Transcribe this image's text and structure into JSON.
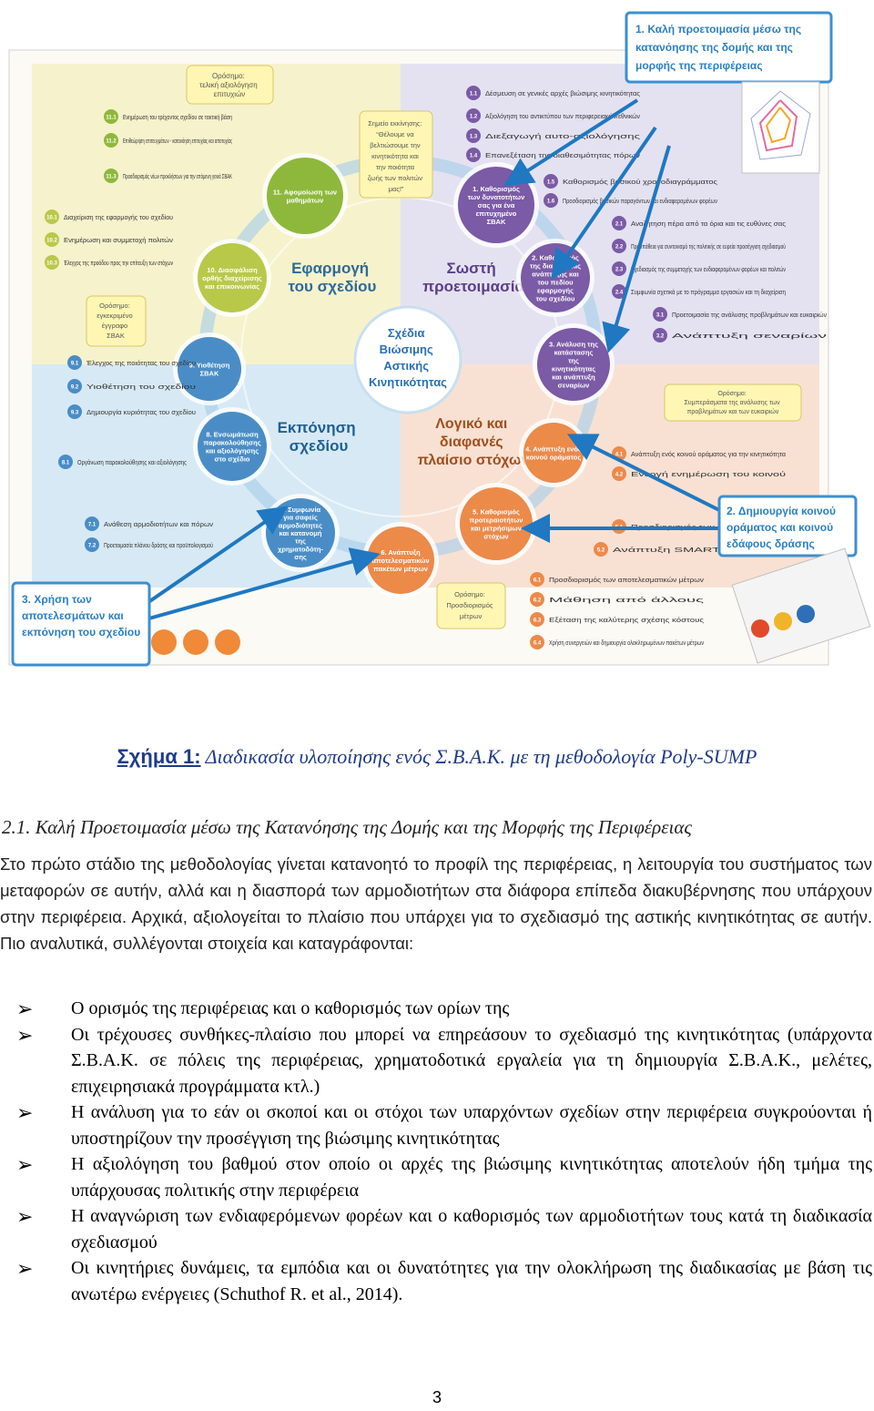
{
  "figure": {
    "center_label": [
      "Σχέδια",
      "Βιώσιμης",
      "Αστικής",
      "Κινητικότητας"
    ],
    "quadrant_titles": {
      "prep": [
        "Σωστή",
        "προετοιμασία"
      ],
      "goals": [
        "Λογικό και",
        "διαφανές",
        "πλαίσιο στόχων"
      ],
      "plan": [
        "Εκπόνηση",
        "σχεδίου"
      ],
      "impl": [
        "Εφαρμογή",
        "του σχεδίου"
      ]
    },
    "callouts": {
      "c1": [
        "1. Καλή προετοιμασία μέσω της",
        "κατανόησης της δομής και της",
        "μορφής της περιφέρειας"
      ],
      "c2": [
        "2. Δημιουργία κοινού",
        "οράματος και κοινού",
        "εδάφους δράσης"
      ],
      "c3": [
        "3. Χρήση των",
        "αποτελεσμάτων και",
        "εκπόνηση του σχεδίου"
      ]
    },
    "milestones": {
      "m1": [
        "Ορόσημο:",
        "τελική αξιολόγηση",
        "επιτυχιών"
      ],
      "m2": [
        "Σημείο εκκίνησης:",
        "“Θέλουμε να",
        "βελτιώσουμε την",
        "κινητικότητα και",
        "την ποιότητα",
        "ζωής των πολιτών",
        "μας!”"
      ],
      "m3": [
        "Ορόσημο:",
        "εγκεκριμένο",
        "έγγραφο",
        "ΣΒΑΚ"
      ],
      "m4": [
        "Ορόσημο:",
        "Συμπεράσματα της ανάλυσης των",
        "προβλημάτων και των ευκαιριών"
      ],
      "m5": [
        "Ορόσημο:",
        "Προσδιορισμός",
        "μέτρων"
      ]
    },
    "stages": [
      {
        "label": [
          "1. Καθορισμός",
          "των δυνατοτήτων",
          "σας για ένα",
          "επιτυχημένο",
          "ΣΒΑΚ"
        ]
      },
      {
        "label": [
          "2. Καθορισμός",
          "της διαδικασίας",
          "ανάπτυξης και",
          "του πεδίου",
          "εφαρμογής",
          "του σχεδίου"
        ]
      },
      {
        "label": [
          "3. Ανάλυση της",
          "κατάστασης",
          "της",
          "κινητικότητας",
          "και ανάπτυξη",
          "σεναρίων"
        ]
      },
      {
        "label": [
          "4. Ανάπτυξη ενός",
          "κοινού οράματος"
        ]
      },
      {
        "label": [
          "5. Καθορισμός",
          "προτεραιοτήτων",
          "και μετρήσιμων",
          "στόχων"
        ]
      },
      {
        "label": [
          "6. Ανάπτυξη",
          "αποτελεσματικών",
          "πακέτων μέτρων"
        ]
      },
      {
        "label": [
          "7. Συμφωνία",
          "για σαφείς",
          "αρμοδιότητες",
          "και κατανομή",
          "της",
          "χρηματοδότη-",
          "σης"
        ]
      },
      {
        "label": [
          "8. Ενσωμάτωση",
          "παρακολούθησης",
          "και αξιολόγησης",
          "στο σχέδιο"
        ]
      },
      {
        "label": [
          "9. Υιοθέτηση",
          "ΣΒΑΚ"
        ]
      },
      {
        "label": [
          "10. Διασφάλιση",
          "ορθής διαχείρισης",
          "και επικοινωνίας"
        ]
      },
      {
        "label": [
          "11. Αφομοίωση των",
          "μαθημάτων"
        ]
      }
    ],
    "right_steps": [
      {
        "num": "1.1",
        "text": "Δέσμευση σε γενικές αρχές βιώσιμης κινητικότητας"
      },
      {
        "num": "1.2",
        "text": "Αξιολόγηση του αντικτύπου των περιφερειακών/εθνικών"
      },
      {
        "num": "1.3",
        "text": "Διεξαγωγή αυτο-αξιολόγησης"
      },
      {
        "num": "1.4",
        "text": "Επανεξέταση της διαθεσιμότητας πόρων"
      },
      {
        "num": "1.5",
        "text": "Καθορισμός βασικού χρονοδιαγράμματος"
      },
      {
        "num": "1.6",
        "text": "Προσδιορισμός βασικών παραγόντων και ενδιαφερομένων φορέων"
      },
      {
        "num": "2.1",
        "text": "Αναζήτηση πέρα από τα όρια και τις ευθύνες σας"
      },
      {
        "num": "2.2",
        "text": "Προσπάθεια για συντονισμό της πολιτικής σε ευρεία προσέγγιση σχεδιασμού"
      },
      {
        "num": "2.3",
        "text": "Σχεδιασμός της συμμετοχής των ενδιαφερομένων φορέων και πολιτών"
      },
      {
        "num": "2.4",
        "text": "Συμφωνία σχετικά με το πρόγραμμα εργασιών και τη διαχείριση"
      },
      {
        "num": "3.1",
        "text": "Προετοιμασία της ανάλυσης προβλημάτων και ευκαιριών"
      },
      {
        "num": "3.2",
        "text": "Ανάπτυξη σεναρίων"
      },
      {
        "num": "4.1",
        "text": "Ανάπτυξη ενός κοινού οράματος για την κινητικότητα"
      },
      {
        "num": "4.2",
        "text": "Ενεργή ενημέρωση του κοινού"
      },
      {
        "num": "5.1",
        "text": "Προσδιορισμός των προτεραιοτήτων"
      },
      {
        "num": "5.2",
        "text": "Ανάπτυξη SMART στόχων"
      },
      {
        "num": "6.1",
        "text": "Προσδιορισμός των αποτελεσματικών μέτρων"
      },
      {
        "num": "6.2",
        "text": "Μάθηση από άλλους"
      },
      {
        "num": "6.3",
        "text": "Εξέταση της καλύτερης σχέσης κόστους"
      },
      {
        "num": "6.4",
        "text": "Χρήση συνεργειών και δημιουργία ολοκληρωμένων πακέτων μέτρων"
      }
    ],
    "left_steps": [
      {
        "num": "11.1",
        "text": "Ενημέρωση του τρέχοντος σχεδίου σε τακτική βάση"
      },
      {
        "num": "11.2",
        "text": "Επιθεώρηση επιτευγμάτων - κατανόηση επιτυχίας και αποτυχίας"
      },
      {
        "num": "11.3",
        "text": "Προσδιορισμός νέων προκλήσεων για την επόμενη γενιά ΣΒΑΚ"
      },
      {
        "num": "10.1",
        "text": "Διαχείριση της εφαρμογής του σχεδίου"
      },
      {
        "num": "10.2",
        "text": "Ενημέρωση και συμμετοχή πολιτών"
      },
      {
        "num": "10.3",
        "text": "Έλεγχος της προόδου προς την επίτευξη των στόχων"
      },
      {
        "num": "9.1",
        "text": "Έλεγχος της ποιότητας του σχεδίου"
      },
      {
        "num": "9.2",
        "text": "Υιοθέτηση του σχεδίου"
      },
      {
        "num": "9.3",
        "text": "Δημιουργία κυριότητας του σχεδίου"
      },
      {
        "num": "8.1",
        "text": "Οργάνωση παρακολούθησης και αξιολόγησης"
      },
      {
        "num": "7.1",
        "text": "Ανάθεση αρμοδιοτήτων και πόρων"
      },
      {
        "num": "7.2",
        "text": "Προετοιμασία πλάνου δράσης και προϋπολογισμού"
      }
    ]
  },
  "caption": {
    "label": "Σχήμα 1:",
    "text": " Διαδικασία υλοποίησης ενός Σ.Β.Α.Κ. με τη μεθοδολογία Poly-SUMP"
  },
  "section_heading": "2.1. Καλή Προετοιμασία μέσω της Κατανόησης της Δομής και της Μορφής της Περιφέρειας",
  "intro": "Στο πρώτο στάδιο της μεθοδολογίας γίνεται κατανοητό το προφίλ της περιφέρειας, η λειτουργία του συστήματος των μεταφορών σε αυτήν, αλλά και η διασπορά των αρμοδιοτήτων στα διάφορα επίπεδα διακυβέρνησης που υπάρχουν στην περιφέρεια. Αρχικά, αξιολογείται το πλαίσιο που υπάρχει για το σχεδιασμό της αστικής κινητικότητας σε αυτήν. Πιο αναλυτικά, συλλέγονται στοιχεία και καταγράφονται:",
  "bullets": [
    "Ο ορισμός της περιφέρειας και ο καθορισμός των ορίων της",
    "Οι τρέχουσες συνθήκες-πλαίσιο που μπορεί να επηρεάσουν το σχεδιασμό της κινητικότητας (υπάρχοντα Σ.Β.Α.Κ. σε πόλεις της περιφέρειας, χρηματοδοτικά εργαλεία για τη δημιουργία Σ.Β.Α.Κ., μελέτες, επιχειρησιακά προγράμματα κτλ.)",
    "Η ανάλυση για το εάν οι σκοποί και οι στόχοι των υπαρχόντων σχεδίων στην περιφέρεια συγκρούονται ή υποστηρίζουν την προσέγγιση της βιώσιμης κινητικότητας",
    "Η αξιολόγηση του βαθμού στον οποίο οι αρχές της βιώσιμης κινητικότητας αποτελούν ήδη τμήμα της υπάρχουσας πολιτικής στην περιφέρεια",
    "Η αναγνώριση των ενδιαφερόμενων φορέων και ο καθορισμός των αρμοδιοτήτων τους κατά τη διαδικασία σχεδιασμού",
    "Οι κινητήριες δυνάμεις, τα εμπόδια και οι δυνατότητες για την ολοκλήρωση της διαδικασίας με βάση τις ανωτέρω ενέργειες (Schuthof R. et al., 2014)."
  ],
  "page_number": "3",
  "colors": {
    "prep": "#e4e2f1",
    "goals": "#f8e1d3",
    "plan": "#d7e9f4",
    "impl": "#f6f2cc",
    "purple": "#7b5aa6",
    "orange": "#ec8a4a",
    "blue": "#4a8dc6",
    "yellow": "#b8c94a",
    "green": "#8eb83c",
    "arrow": "#1f78c1",
    "callout": "#2a7fc2",
    "caption": "#1f3c88"
  }
}
